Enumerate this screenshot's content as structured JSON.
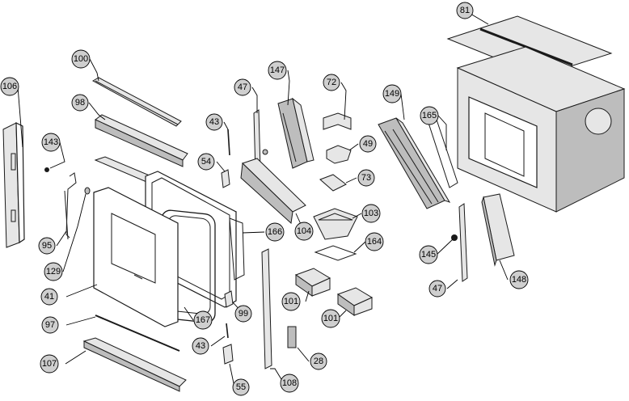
{
  "diagram": {
    "type": "exploded-parts-view",
    "callout_fill": "#cfcfcf",
    "callouts": [
      {
        "id": "81",
        "label": "81"
      },
      {
        "id": "100",
        "label": "100"
      },
      {
        "id": "106",
        "label": "106"
      },
      {
        "id": "98",
        "label": "98"
      },
      {
        "id": "147",
        "label": "147"
      },
      {
        "id": "47a",
        "label": "47"
      },
      {
        "id": "72",
        "label": "72"
      },
      {
        "id": "149",
        "label": "149"
      },
      {
        "id": "165",
        "label": "165"
      },
      {
        "id": "43a",
        "label": "43"
      },
      {
        "id": "143",
        "label": "143"
      },
      {
        "id": "54",
        "label": "54"
      },
      {
        "id": "49",
        "label": "49"
      },
      {
        "id": "73",
        "label": "73"
      },
      {
        "id": "103",
        "label": "103"
      },
      {
        "id": "166",
        "label": "166"
      },
      {
        "id": "104",
        "label": "104"
      },
      {
        "id": "164",
        "label": "164"
      },
      {
        "id": "95",
        "label": "95"
      },
      {
        "id": "129",
        "label": "129"
      },
      {
        "id": "145",
        "label": "145"
      },
      {
        "id": "148",
        "label": "148"
      },
      {
        "id": "41",
        "label": "41"
      },
      {
        "id": "101a",
        "label": "101"
      },
      {
        "id": "99",
        "label": "99"
      },
      {
        "id": "101b",
        "label": "101"
      },
      {
        "id": "47b",
        "label": "47"
      },
      {
        "id": "167",
        "label": "167"
      },
      {
        "id": "97",
        "label": "97"
      },
      {
        "id": "43b",
        "label": "43"
      },
      {
        "id": "28",
        "label": "28"
      },
      {
        "id": "107",
        "label": "107"
      },
      {
        "id": "55",
        "label": "55"
      },
      {
        "id": "108",
        "label": "108"
      }
    ]
  }
}
